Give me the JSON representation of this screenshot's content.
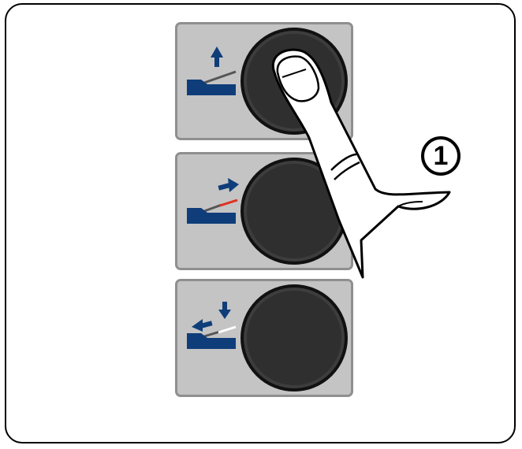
{
  "callout": {
    "number": "1"
  },
  "buttons": [
    {
      "name": "raise"
    },
    {
      "name": "advance"
    },
    {
      "name": "retract-lower"
    }
  ],
  "colors": {
    "panel": "#c4c4c4",
    "panel_border": "#8f8f8f",
    "knob": "#2f2f2f",
    "symbol_blue": "#0f3d7a",
    "wire_red": "#e03020"
  }
}
